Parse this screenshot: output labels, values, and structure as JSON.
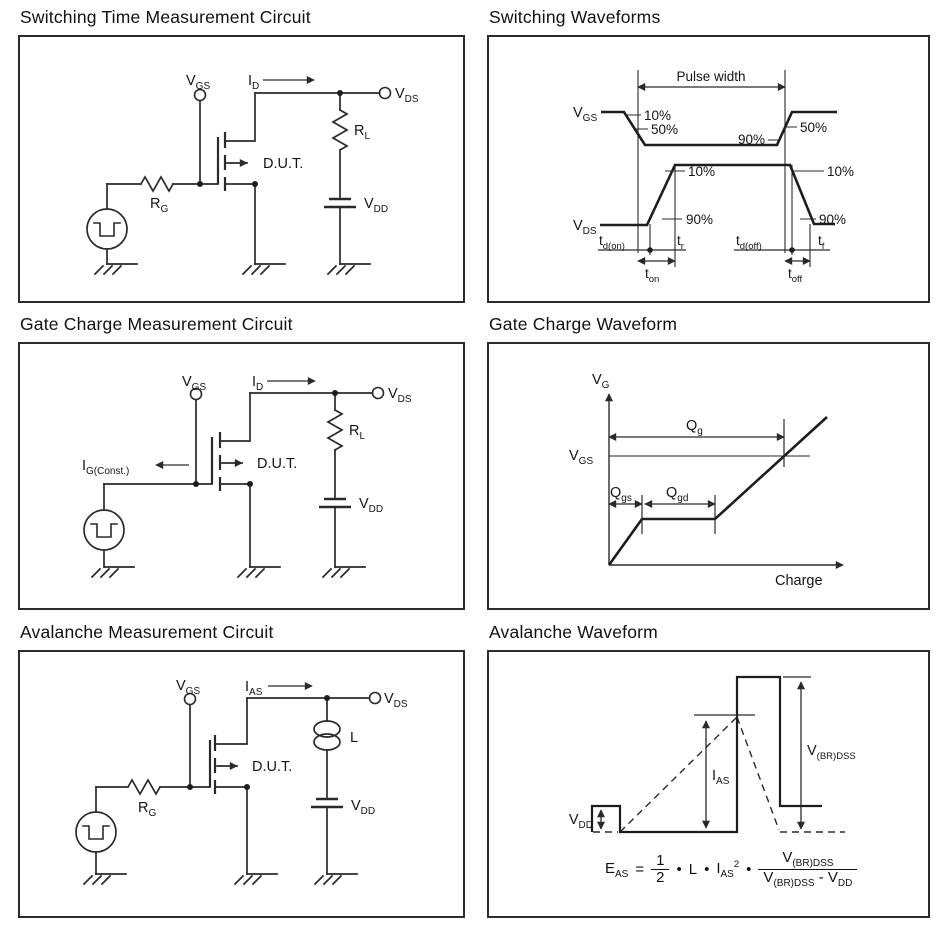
{
  "page": {
    "background": "#ffffff",
    "line_color": "#2a2a2a",
    "text_color": "#111111"
  },
  "panels": {
    "switching_circuit": {
      "title": "Switching Time Measurement Circuit",
      "labels": {
        "vgs": {
          "main": "V",
          "sub": "GS"
        },
        "id": {
          "main": "I",
          "sub": "D"
        },
        "vds": {
          "main": "V",
          "sub": "DS"
        },
        "rl": {
          "main": "R",
          "sub": "L"
        },
        "dut": "D.U.T.",
        "rg": {
          "main": "R",
          "sub": "G"
        },
        "vdd": {
          "main": "V",
          "sub": "DD"
        }
      }
    },
    "switching_waveforms": {
      "title": "Switching Waveforms",
      "labels": {
        "pulse_width": "Pulse width",
        "vgs": {
          "main": "V",
          "sub": "GS"
        },
        "vds": {
          "main": "V",
          "sub": "DS"
        },
        "vgs_fall_10": "10%",
        "vgs_fall_50": "50%",
        "vgs_rise_90": "90%",
        "vgs_rise_50": "50%",
        "vds_rise_10": "10%",
        "vds_rise_90": "90%",
        "vds_fall_10": "10%",
        "vds_fall_90": "90%",
        "td_on": {
          "main": "t",
          "sub": "d(on)"
        },
        "tr": {
          "main": "t",
          "sub": "r"
        },
        "t_on": {
          "main": "t",
          "sub": "on"
        },
        "td_off": {
          "main": "t",
          "sub": "d(off)"
        },
        "tf": {
          "main": "t",
          "sub": "f"
        },
        "t_off": {
          "main": "t",
          "sub": "off"
        }
      }
    },
    "gate_charge_circuit": {
      "title": "Gate Charge Measurement Circuit",
      "labels": {
        "vgs": {
          "main": "V",
          "sub": "GS"
        },
        "id": {
          "main": "I",
          "sub": "D"
        },
        "vds": {
          "main": "V",
          "sub": "DS"
        },
        "rl": {
          "main": "R",
          "sub": "L"
        },
        "dut": "D.U.T.",
        "ig_const": {
          "main": "I",
          "sub": "G(Const.)"
        },
        "vdd": {
          "main": "V",
          "sub": "DD"
        }
      }
    },
    "gate_charge_waveform": {
      "title": "Gate Charge Waveform",
      "labels": {
        "vg": {
          "main": "V",
          "sub": "G"
        },
        "vgs": {
          "main": "V",
          "sub": "GS"
        },
        "qg": {
          "main": "Q",
          "sub": "g"
        },
        "qgs": {
          "main": "Q",
          "sub": "gs"
        },
        "qgd": {
          "main": "Q",
          "sub": "gd"
        },
        "charge": "Charge"
      }
    },
    "avalanche_circuit": {
      "title": "Avalanche Measurement Circuit",
      "labels": {
        "vgs": {
          "main": "V",
          "sub": "GS"
        },
        "ias": {
          "main": "I",
          "sub": "AS"
        },
        "vds": {
          "main": "V",
          "sub": "DS"
        },
        "l": "L",
        "dut": "D.U.T.",
        "rg": {
          "main": "R",
          "sub": "G"
        },
        "vdd": {
          "main": "V",
          "sub": "DD"
        }
      }
    },
    "avalanche_waveform": {
      "title": "Avalanche Waveform",
      "labels": {
        "vdd": {
          "main": "V",
          "sub": "DD"
        },
        "ias": {
          "main": "I",
          "sub": "AS"
        },
        "vbrdss": {
          "main": "V",
          "sub": "(BR)DSS"
        }
      },
      "formula": {
        "eas": {
          "main": "E",
          "sub": "AS"
        },
        "equals": "=",
        "half_num": "1",
        "half_den": "2",
        "dot1": "•",
        "inductance": "L",
        "dot2": "•",
        "ias": {
          "main": "I",
          "sub": "AS"
        },
        "ias_exp": "2",
        "dot3": "•",
        "frac_num": {
          "main": "V",
          "sub": "(BR)DSS"
        },
        "frac_den_a": {
          "main": "V",
          "sub": "(BR)DSS"
        },
        "minus": "-",
        "frac_den_b": {
          "main": "V",
          "sub": "DD"
        }
      }
    }
  }
}
